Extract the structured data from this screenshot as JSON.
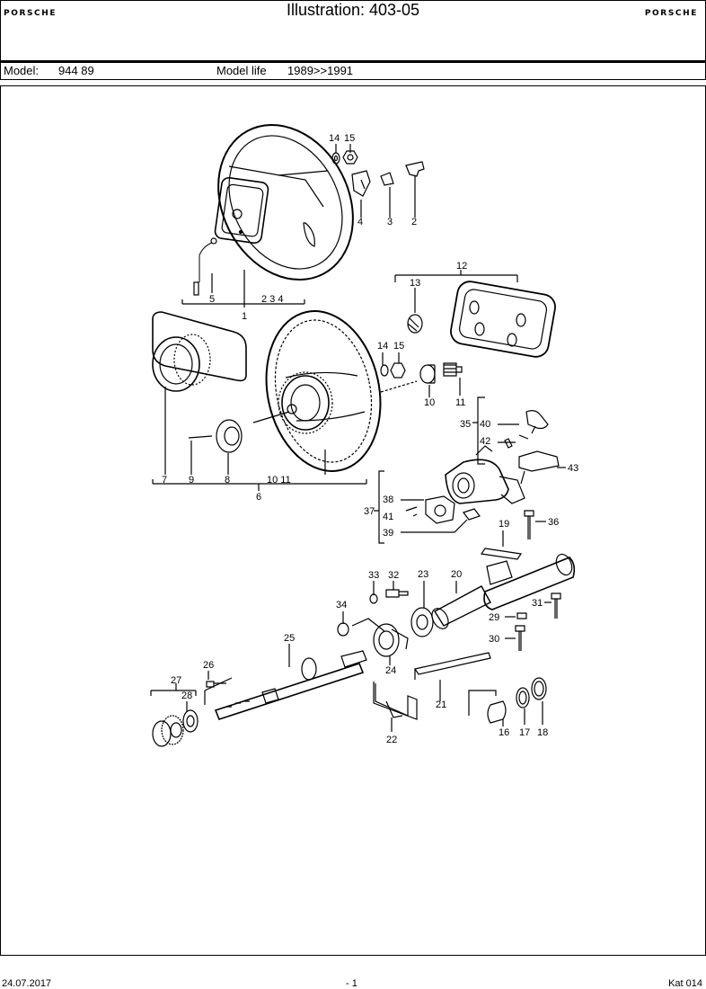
{
  "header": {
    "brand_left": "PORSCHE",
    "brand_right": "PORSCHE",
    "title": "Illustration: 403-05"
  },
  "model_bar": {
    "model_label": "Model:",
    "model_value": "944 89",
    "life_label": "Model life",
    "life_value": "1989>>1991"
  },
  "part_numbers": [
    "1",
    "2",
    "3",
    "4",
    "5",
    "6",
    "7",
    "8",
    "9",
    "10",
    "11",
    "12",
    "13",
    "14",
    "15",
    "16",
    "17",
    "18",
    "19",
    "20",
    "21",
    "22",
    "23",
    "24",
    "25",
    "26",
    "27",
    "28",
    "29",
    "30",
    "31",
    "32",
    "33",
    "34",
    "35",
    "36",
    "37",
    "38",
    "39",
    "40",
    "41",
    "42",
    "43"
  ],
  "group_labels": {
    "g1": "2   3   4",
    "g6": "10   11"
  },
  "footer": {
    "date": "24.07.2017",
    "page": "- 1",
    "catalog": "Kat 014"
  }
}
